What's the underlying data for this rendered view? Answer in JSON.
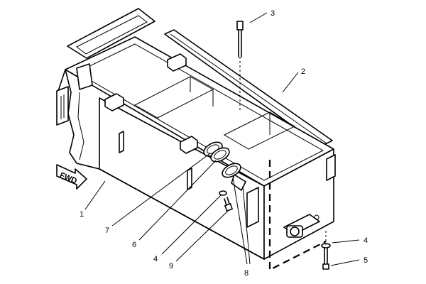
{
  "arrow_text": "FWD",
  "callouts": [
    {
      "id": "c1",
      "text": "1"
    },
    {
      "id": "c2",
      "text": "2"
    },
    {
      "id": "c3",
      "text": "3"
    },
    {
      "id": "c4a",
      "text": "4"
    },
    {
      "id": "c4b",
      "text": "4"
    },
    {
      "id": "c5",
      "text": "5"
    },
    {
      "id": "c6",
      "text": "6"
    },
    {
      "id": "c7",
      "text": "7"
    },
    {
      "id": "c8",
      "text": "8"
    },
    {
      "id": "c9",
      "text": "9"
    }
  ]
}
